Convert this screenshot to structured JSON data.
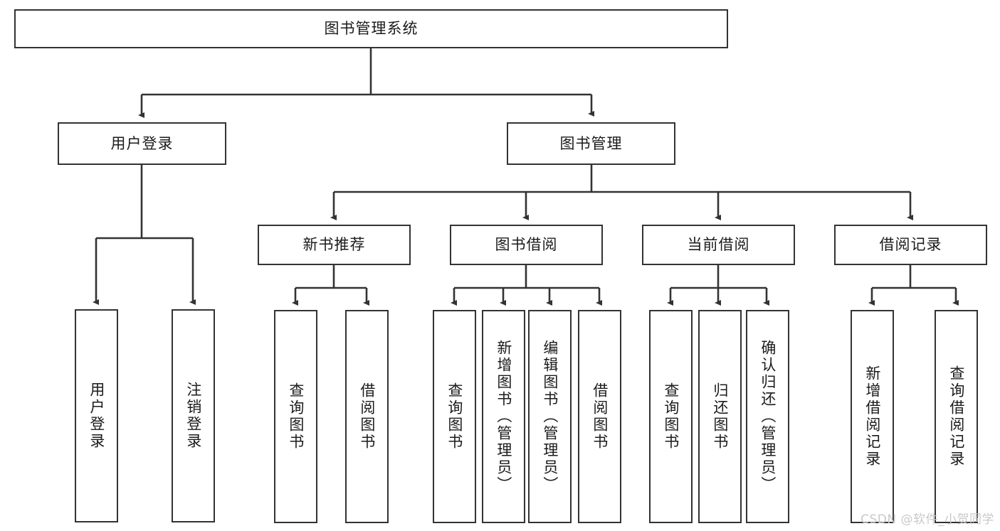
{
  "diagram": {
    "title": "图书管理系统",
    "type": "tree-hierarchy",
    "watermark": "CSDN @软件_小贺同学",
    "colors": {
      "background": "#ffffff",
      "box_border": "#333333",
      "box_fill": "#ffffff",
      "text": "#1b1b1b",
      "edge": "#333333",
      "watermark": "#c9c9c9"
    },
    "root": {
      "label": "图书管理系统"
    },
    "level2": [
      {
        "label": "用户登录"
      },
      {
        "label": "图书管理"
      }
    ],
    "level3": [
      {
        "label": "新书推荐"
      },
      {
        "label": "图书借阅"
      },
      {
        "label": "当前借阅"
      },
      {
        "label": "借阅记录"
      }
    ],
    "leaves": {
      "user_login": [
        {
          "label": "用户登录"
        },
        {
          "label": "注销登录"
        }
      ],
      "new_book_recommend": [
        {
          "label": "查询图书"
        },
        {
          "label": "借阅图书"
        }
      ],
      "book_borrow": [
        {
          "label": "查询图书"
        },
        {
          "label": "新增图书（管理员）"
        },
        {
          "label": "编辑图书（管理员）"
        },
        {
          "label": "借阅图书"
        }
      ],
      "current_borrow": [
        {
          "label": "查询图书"
        },
        {
          "label": "归还图书"
        },
        {
          "label": "确认归还（管理员）"
        }
      ],
      "borrow_record": [
        {
          "label": "新增借阅记录"
        },
        {
          "label": "查询借阅记录"
        }
      ]
    }
  }
}
